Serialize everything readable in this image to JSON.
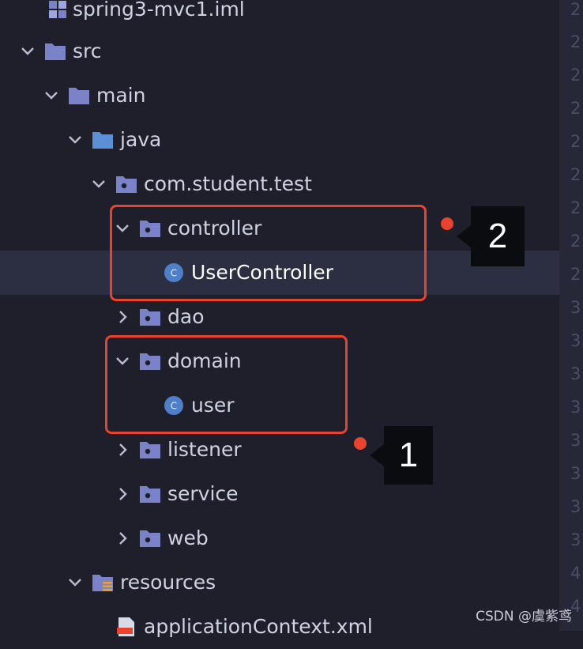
{
  "colors": {
    "folder": "#7a82c8",
    "source_folder": "#5b8fd6",
    "class": "#4f7fc9",
    "highlight": "#e8432e"
  },
  "tree": [
    {
      "id": "r0",
      "label": "spring3-mvc1.iml",
      "icon": "module-file-icon",
      "expanded": null
    },
    {
      "id": "r1",
      "label": "src",
      "icon": "folder-icon",
      "expanded": true
    },
    {
      "id": "r2",
      "label": "main",
      "icon": "folder-icon",
      "expanded": true
    },
    {
      "id": "r3",
      "label": "java",
      "icon": "source-folder-icon",
      "expanded": true
    },
    {
      "id": "r4",
      "label": "com.student.test",
      "icon": "package-icon",
      "expanded": true
    },
    {
      "id": "r5",
      "label": "controller",
      "icon": "package-icon",
      "expanded": true
    },
    {
      "id": "r6",
      "label": "UserController",
      "icon": "class-icon",
      "expanded": null,
      "selected": true
    },
    {
      "id": "r7",
      "label": "dao",
      "icon": "package-icon",
      "expanded": false
    },
    {
      "id": "r8",
      "label": "domain",
      "icon": "package-icon",
      "expanded": true
    },
    {
      "id": "r9",
      "label": "user",
      "icon": "class-icon",
      "expanded": null
    },
    {
      "id": "r10",
      "label": "listener",
      "icon": "package-icon",
      "expanded": false
    },
    {
      "id": "r11",
      "label": "service",
      "icon": "package-icon",
      "expanded": false
    },
    {
      "id": "r12",
      "label": "web",
      "icon": "package-icon",
      "expanded": false
    },
    {
      "id": "r13",
      "label": "resources",
      "icon": "resources-folder-icon",
      "expanded": true
    },
    {
      "id": "r14",
      "label": "applicationContext.xml",
      "icon": "xml-file-icon",
      "expanded": null
    }
  ],
  "gutter_numbers": [
    "2",
    "2",
    "2",
    "2",
    "2",
    "2",
    "2",
    "2",
    "2",
    "3",
    "3",
    "3",
    "3",
    "3",
    "3",
    "3",
    "3",
    "4",
    "4"
  ],
  "annotations": [
    {
      "id": "a1",
      "number": "1"
    },
    {
      "id": "a2",
      "number": "2"
    }
  ],
  "class_glyph": "C",
  "watermark": "CSDN @虞紫鸢"
}
